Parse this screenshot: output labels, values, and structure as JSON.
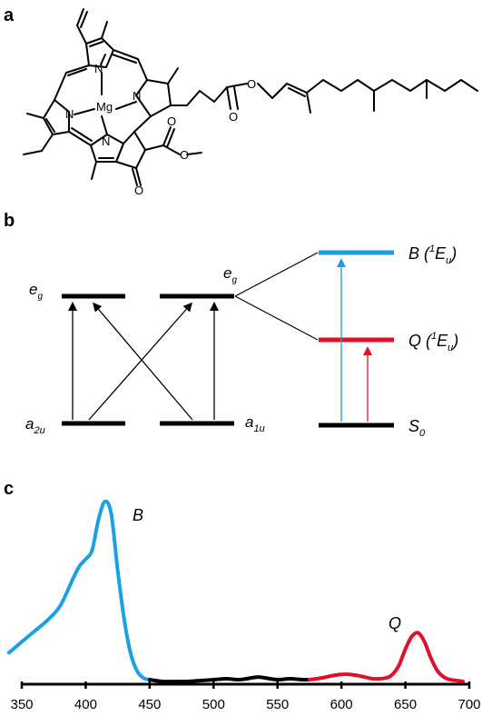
{
  "panels": {
    "a": {
      "label": "a",
      "atoms": {
        "metal": "Mg",
        "nitrogen": "N",
        "oxygen": "O"
      }
    },
    "b": {
      "label": "b",
      "orbitals": {
        "eg_left": "e",
        "eg_left_sub": "g",
        "eg_right": "e",
        "eg_right_sub": "g",
        "a2u": "a",
        "a2u_sub": "2u",
        "a1u": "a",
        "a1u_sub": "1u"
      },
      "states": {
        "B": {
          "main": "B (",
          "sup": "1",
          "mid": "E",
          "sub": "u",
          "end": ")",
          "color": "#1aa0e0"
        },
        "Q": {
          "main": "Q (",
          "sup": "1",
          "mid": "E",
          "sub": "u",
          "end": ")",
          "color": "#e0102a"
        },
        "S0": {
          "main": "S",
          "sub": "0",
          "color": "#000000"
        }
      }
    },
    "c": {
      "label": "c",
      "peak_B": "B",
      "peak_Q": "Q"
    }
  },
  "chart_data": {
    "type": "line",
    "title": "",
    "xlabel": "",
    "ylabel": "",
    "xlim": [
      350,
      700
    ],
    "x_ticks": [
      350,
      400,
      450,
      500,
      550,
      600,
      650,
      700
    ],
    "series": [
      {
        "color": "#1ba1e2",
        "x": [
          340,
          350,
          360,
          370,
          380,
          390,
          395,
          400,
          405,
          410,
          415,
          420,
          425,
          430,
          435,
          440,
          445,
          450
        ],
        "y": [
          0.16,
          0.22,
          0.28,
          0.34,
          0.42,
          0.57,
          0.64,
          0.68,
          0.73,
          0.9,
          1.0,
          0.93,
          0.62,
          0.35,
          0.16,
          0.06,
          0.02,
          0.01
        ]
      },
      {
        "color": "#000000",
        "x": [
          450,
          460,
          470,
          480,
          490,
          500,
          510,
          520,
          530,
          535,
          540,
          550,
          560,
          570,
          575
        ],
        "y": [
          0.01,
          0.0,
          0.0,
          0.0,
          0.005,
          0.01,
          0.015,
          0.01,
          0.02,
          0.025,
          0.02,
          0.01,
          0.015,
          0.01,
          0.01
        ]
      },
      {
        "color": "#e0102a",
        "x": [
          575,
          585,
          595,
          605,
          615,
          625,
          635,
          640,
          645,
          650,
          655,
          660,
          665,
          670,
          675,
          680,
          685,
          690,
          695
        ],
        "y": [
          0.01,
          0.02,
          0.035,
          0.04,
          0.03,
          0.015,
          0.02,
          0.04,
          0.09,
          0.18,
          0.25,
          0.27,
          0.22,
          0.13,
          0.06,
          0.025,
          0.01,
          0.005,
          0.0
        ]
      }
    ]
  }
}
